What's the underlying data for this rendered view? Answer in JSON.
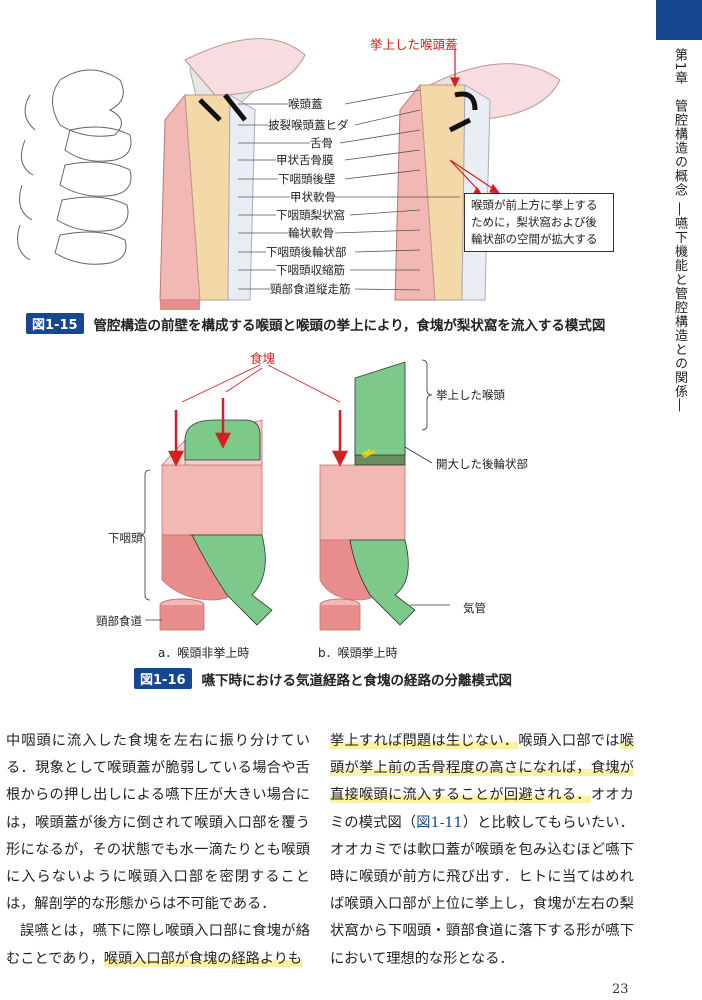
{
  "side": {
    "chapter": "第1章　管腔構造の概念 ―嚥下機能と管腔構造との関係―"
  },
  "fig15": {
    "number": "図1-15",
    "caption": "管腔構造の前壁を構成する喉頭と喉頭の挙上により，食塊が梨状窩を流入する模式図",
    "top_label": "挙上した喉頭蓋",
    "labels": [
      "喉頭蓋",
      "披裂喉頭蓋ヒダ",
      "舌骨",
      "甲状舌骨膜",
      "下咽頭後壁",
      "甲状軟骨",
      "下咽頭梨状窩",
      "輪状軟骨",
      "下咽頭後輪状部",
      "下咽頭収縮筋",
      "頸部食道縦走筋"
    ],
    "callout": "喉頭が前上方に挙上する\nために，梨状窩および後\n輪状部の空間が拡大する"
  },
  "fig16": {
    "number": "図1-16",
    "caption": "嚥下時における気道経路と食塊の経路の分離模式図",
    "bolus": "食塊",
    "raised_larynx": "挙上した喉頭",
    "dilated_area": "開大した後輪状部",
    "hypopharynx": "下咽頭",
    "trachea": "気管",
    "esophagus": "頸部食道",
    "sub_a": "a．喉頭非挙上時",
    "sub_b": "b．喉頭挙上時"
  },
  "body": {
    "left": {
      "p1": "中咽頭に流入した食塊を左右に振り分けている．現象として喉頭蓋が脆弱している場合や舌根からの押し出しによる嚥下圧が大きい場合には，喉頭蓋が後方に倒されて喉頭入口部を覆う形になるが，その状態でも水一滴たりとも喉頭に入らないように喉頭入口部を密閉することは，解剖学的な形態からは不可能である．",
      "p2a": "誤嚥とは，嚥下に際し喉頭入口部に食塊が絡むことであり，",
      "p2b": "喉頭入口部が食塊の経路よりも"
    },
    "right": {
      "hl1": "挙上すれば問題は生じない．",
      "t1": "喉頭入口部では",
      "hl2": "喉頭が挙上前の舌骨程度の高さになれば，食塊が直接喉頭に流入することが回避される．",
      "t2": "オオカミの模式図（",
      "ref": "図1-11",
      "t3": "）と比較してもらいたい．オオカミでは軟口蓋が喉頭を包み込むほど嚥下時に喉頭が前方に飛び出す．ヒトに当てはめれば喉頭入口部が上位に挙上し，食塊が左右の梨状窩から下咽頭・頸部食道に落下する形が嚥下において理想的な形となる．"
    }
  },
  "page_number": "23",
  "colors": {
    "accent": "#16478f",
    "arrow_red": "#d42020",
    "pink": "#f2b8b4",
    "green": "#7cc98a",
    "bone": "#f3d9a8"
  }
}
